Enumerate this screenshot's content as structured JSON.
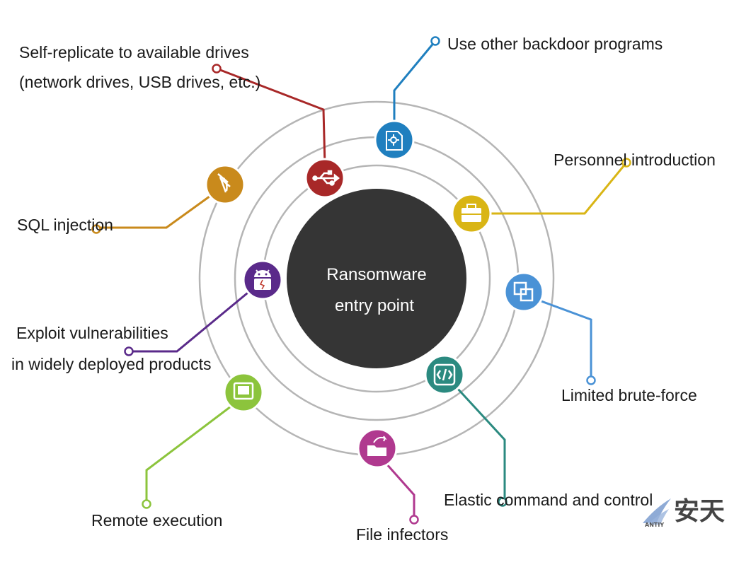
{
  "center": {
    "line1": "Ransomware",
    "line2": "entry point"
  },
  "nodes": [
    {
      "id": "backdoor",
      "label": "Use other backdoor programs",
      "color": "#1f7fbf",
      "icon": "gear-document-icon"
    },
    {
      "id": "personnel",
      "label": "Personnel introduction",
      "color": "#d9b515",
      "icon": "briefcase-icon"
    },
    {
      "id": "bruteforce",
      "label": "Limited brute-force",
      "color": "#4a92d6",
      "icon": "overlapping-squares-icon"
    },
    {
      "id": "c2",
      "label": "Elastic command and control",
      "color": "#2b8a80",
      "icon": "code-brackets-icon"
    },
    {
      "id": "fileinfect",
      "label": "File infectors",
      "color": "#b0398f",
      "icon": "folder-arrow-icon"
    },
    {
      "id": "remote",
      "label": "Remote execution",
      "color": "#8cc43c",
      "icon": "monitor-icon"
    },
    {
      "id": "vuln",
      "label_line1": "Exploit vulnerabilities",
      "label_line2": "in widely deployed products",
      "color": "#5a2a8a",
      "icon": "android-crack-icon"
    },
    {
      "id": "sql",
      "label": "SQL injection",
      "color": "#c98a1c",
      "icon": "syringe-icon"
    },
    {
      "id": "usb",
      "label_line1": "Self-replicate to available drives",
      "label_line2": "(network drives, USB drives, etc.)",
      "color": "#a82828",
      "icon": "usb-icon"
    }
  ],
  "logo": {
    "text": "安天",
    "sub": "ANTIY"
  }
}
